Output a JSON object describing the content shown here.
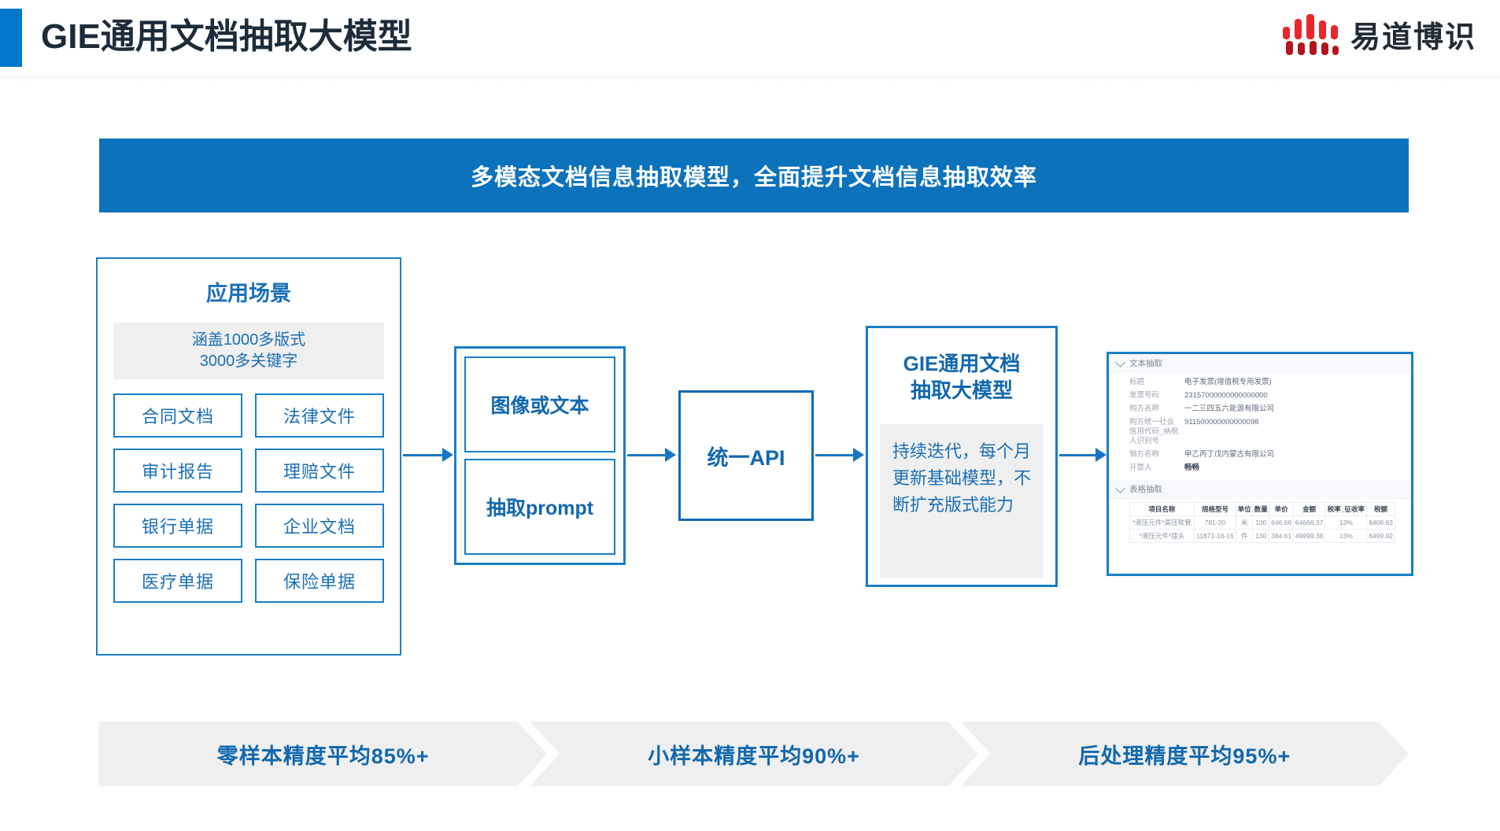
{
  "header": {
    "title": "GIE通用文档抽取大模型",
    "logo_text": "易道博识",
    "logo_icon": "sound-bars-icon",
    "accent_color": "#0278cd",
    "logo_color": "#d81f26"
  },
  "banner": {
    "text": "多模态文档信息抽取模型，全面提升文档信息抽取效率",
    "background": "#0d72bc"
  },
  "scenes": {
    "title": "应用场景",
    "note_line1": "涵盖1000多版式",
    "note_line2": "3000多关键字",
    "items": [
      {
        "label": "合同文档"
      },
      {
        "label": "法律文件"
      },
      {
        "label": "审计报告"
      },
      {
        "label": "理赔文件"
      },
      {
        "label": "银行单据"
      },
      {
        "label": "企业文档"
      },
      {
        "label": "医疗单据"
      },
      {
        "label": "保险单据"
      }
    ]
  },
  "input_box": {
    "cells": [
      {
        "label": "图像或文本"
      },
      {
        "label": "抽取prompt"
      }
    ]
  },
  "api_box": {
    "label": "统一API"
  },
  "gie_box": {
    "title_line1": "GIE通用文档",
    "title_line2": "抽取大模型",
    "note": "持续迭代，每个月更新基础模型，不断扩充版式能力"
  },
  "result_panel": {
    "text_section": {
      "label": "文本抽取",
      "fields": [
        {
          "key": "标题",
          "value": "电子发票(增值税专用发票)"
        },
        {
          "key": "发票号码",
          "value": "23157000000000000000"
        },
        {
          "key": "购方名称",
          "value": "一二三四五六能源有限公司"
        },
        {
          "key": "购方统一社会信用代码_纳税人识别号",
          "value": "911500000000000098"
        },
        {
          "key": "销方名称",
          "value": "甲乙丙丁戊内蒙古有限公司"
        },
        {
          "key": "开票人",
          "value": "畅畅"
        }
      ]
    },
    "table_section": {
      "label": "表格抽取",
      "columns": [
        "项目名称",
        "规格型号",
        "单位",
        "数量",
        "单价",
        "金额",
        "税率_征收率",
        "税额"
      ],
      "rows": [
        [
          "*液压元件*高压软管",
          "781-20",
          "米",
          "100",
          "646.66",
          "64666.37",
          "13%",
          "8406.63"
        ],
        [
          "*液压元件*接头",
          "11871-16-16",
          "件",
          "130",
          "384.61",
          "49999.38",
          "13%",
          "6499.92"
        ]
      ]
    }
  },
  "chevrons": [
    {
      "label": "零样本精度平均85%+"
    },
    {
      "label": "小样本精度平均90%+"
    },
    {
      "label": "后处理精度平均95%+"
    }
  ]
}
